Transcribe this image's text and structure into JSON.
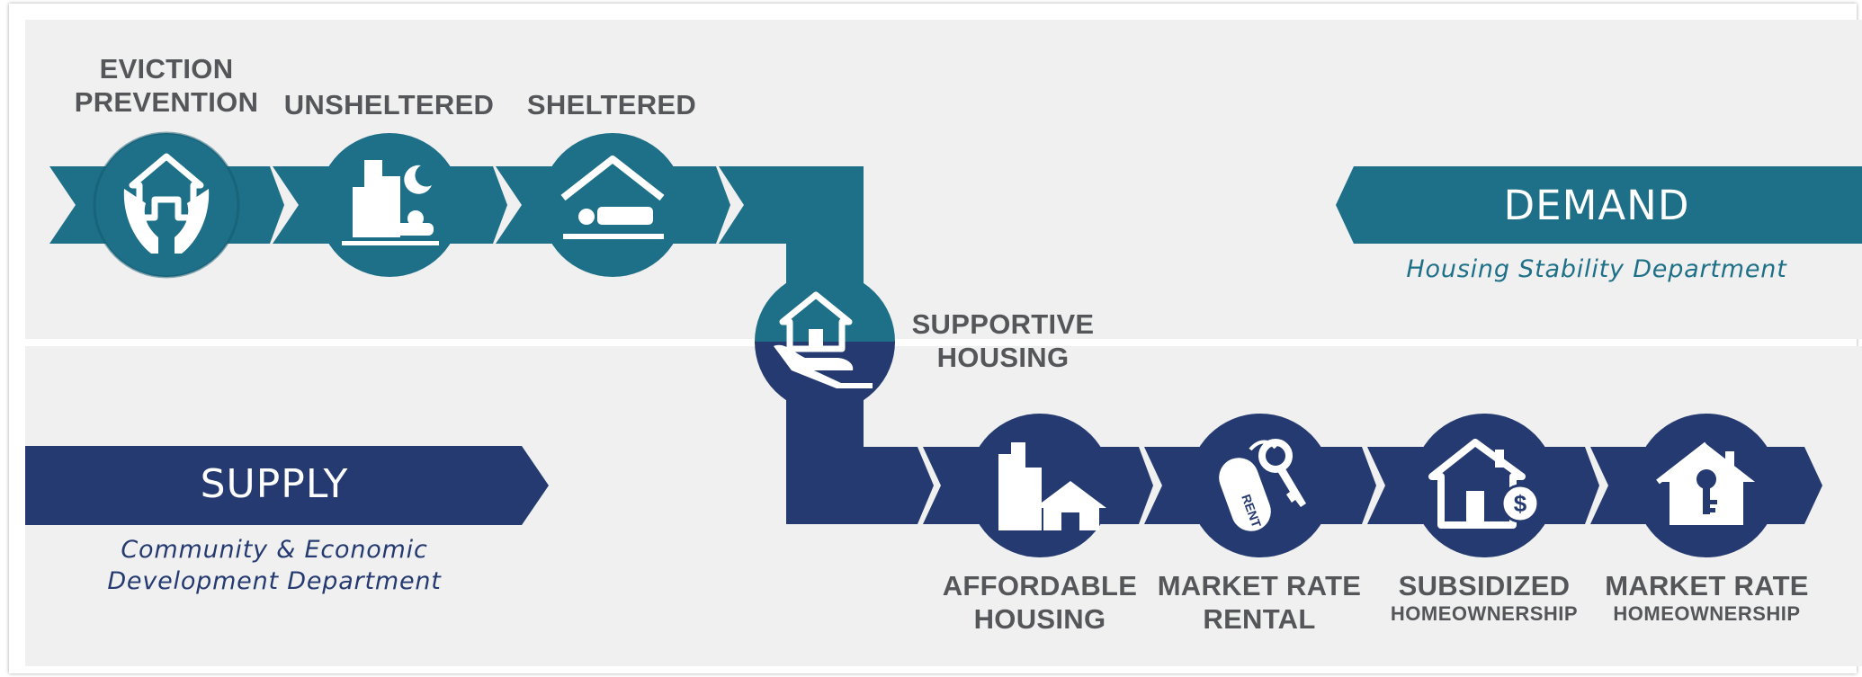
{
  "colors": {
    "teal": "#1d7088",
    "navy": "#243a70",
    "panel": "#f0f0f0",
    "label_gray": "#555659"
  },
  "demand_steps": [
    {
      "line1": "EVICTION",
      "line2": "PREVENTION",
      "icon": "house-in-hands-icon"
    },
    {
      "line1": "",
      "line2": "UNSHELTERED",
      "icon": "city-night-sleeping-person-icon"
    },
    {
      "line1": "",
      "line2": "SHELTERED",
      "icon": "roof-sleeping-person-icon"
    }
  ],
  "supportive": {
    "line1": "SUPPORTIVE",
    "line2": "HOUSING",
    "icon": "house-on-hand-icon"
  },
  "supply_steps": [
    {
      "line1": "AFFORDABLE",
      "line2": "HOUSING",
      "icon": "buildings-house-icon"
    },
    {
      "line1": "MARKET RATE",
      "line2": "RENTAL",
      "icon": "rent-tag-key-icon"
    },
    {
      "line1": "SUBSIDIZED",
      "line2": "HOMEOWNERSHIP",
      "icon": "house-dollar-icon"
    },
    {
      "line1": "MARKET RATE",
      "line2": "HOMEOWNERSHIP",
      "icon": "house-key-icon"
    }
  ],
  "demand_banner": {
    "title": "DEMAND",
    "department": "Housing Stability Department"
  },
  "supply_banner": {
    "title": "SUPPLY",
    "department_line1": "Community & Economic",
    "department_line2": "Development Department"
  }
}
